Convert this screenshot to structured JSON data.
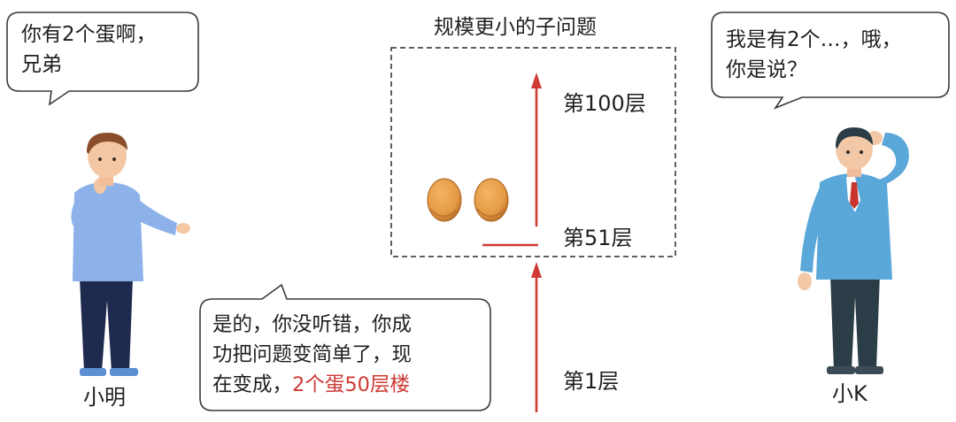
{
  "characters": {
    "left": {
      "name": "小明"
    },
    "right": {
      "name": "小K"
    }
  },
  "bubbles": {
    "left": {
      "lines": [
        "你有2个蛋啊，",
        "兄弟"
      ]
    },
    "right": {
      "lines": [
        "我是有2个…，哦，",
        "你是说？"
      ]
    },
    "bottom": {
      "line1": "是的，你没听错，你成",
      "line2": "功把问题变简单了，现",
      "line3_prefix": "在变成，",
      "line3_highlight": "2个蛋50层楼"
    }
  },
  "subproblem": {
    "title": "规模更小的子问题",
    "floor_top": "第100层",
    "floor_mid": "第51层"
  },
  "floor_bottom": "第1层",
  "colors": {
    "accent_red": "#cf3a35",
    "egg": "#e49a45",
    "shirt_blue": "#5aa7d9",
    "pants_navy": "#1f2a4f"
  }
}
